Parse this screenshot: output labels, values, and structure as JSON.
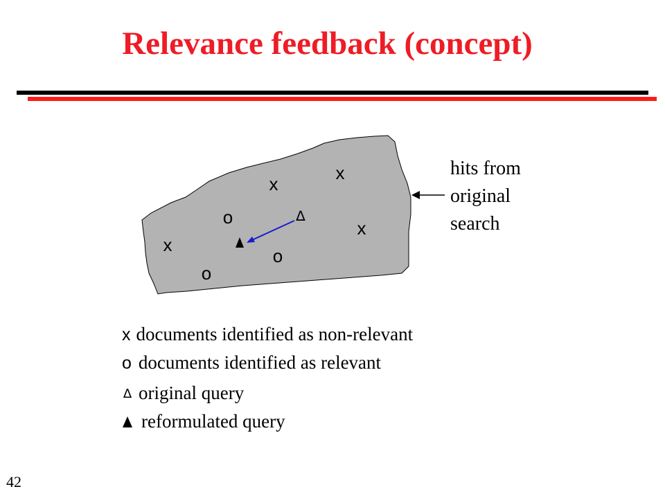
{
  "title": "Relevance feedback (concept)",
  "colors": {
    "title": "#ee1c25",
    "red_rule": "#ff1a1a",
    "blob_fill": "#b3b3b3",
    "query_arrow": "#1a1acc"
  },
  "diagram": {
    "markers": [
      {
        "symbol": "x",
        "kind": "non-relevant"
      },
      {
        "symbol": "x",
        "kind": "non-relevant"
      },
      {
        "symbol": "o",
        "kind": "relevant"
      },
      {
        "symbol": "x",
        "kind": "non-relevant"
      },
      {
        "symbol": "x",
        "kind": "non-relevant"
      },
      {
        "symbol": "o",
        "kind": "relevant"
      },
      {
        "symbol": "o",
        "kind": "relevant"
      }
    ],
    "original_query_symbol": "∆",
    "hits_label_lines": [
      "hits from",
      "original",
      "search"
    ]
  },
  "legend": [
    {
      "symbol": "x",
      "text": "documents identified as non-relevant"
    },
    {
      "symbol": "o",
      "text": "documents identified as relevant"
    },
    {
      "symbol": "∆",
      "text": "original query"
    },
    {
      "symbol": "triangle-filled-icon",
      "text": "reformulated query"
    }
  ],
  "page_number": "42"
}
